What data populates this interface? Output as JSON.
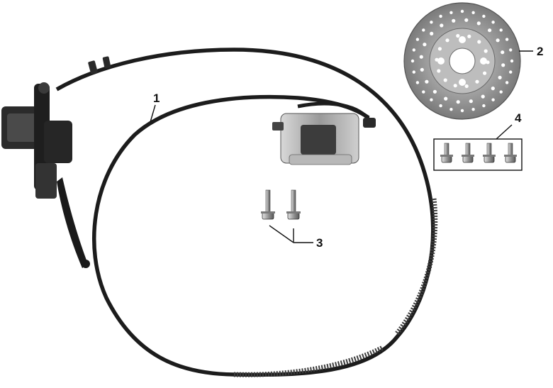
{
  "diagram": {
    "type": "exploded-parts-view",
    "callouts": [
      {
        "id": "1",
        "label": "1"
      },
      {
        "id": "2",
        "label": "2"
      },
      {
        "id": "3",
        "label": "3"
      },
      {
        "id": "4",
        "label": "4"
      }
    ],
    "parts": [
      {
        "name": "brake-hose",
        "callout": "1"
      },
      {
        "name": "brake-disc",
        "callout": "2"
      },
      {
        "name": "caliper-bolts",
        "callout": "3",
        "count": 2
      },
      {
        "name": "disc-bolts",
        "callout": "4",
        "count": 4
      }
    ],
    "colors": {
      "ink": "#111111",
      "metal": "#8e8e8e",
      "dark": "#1c1c1c",
      "background": "#ffffff"
    }
  }
}
